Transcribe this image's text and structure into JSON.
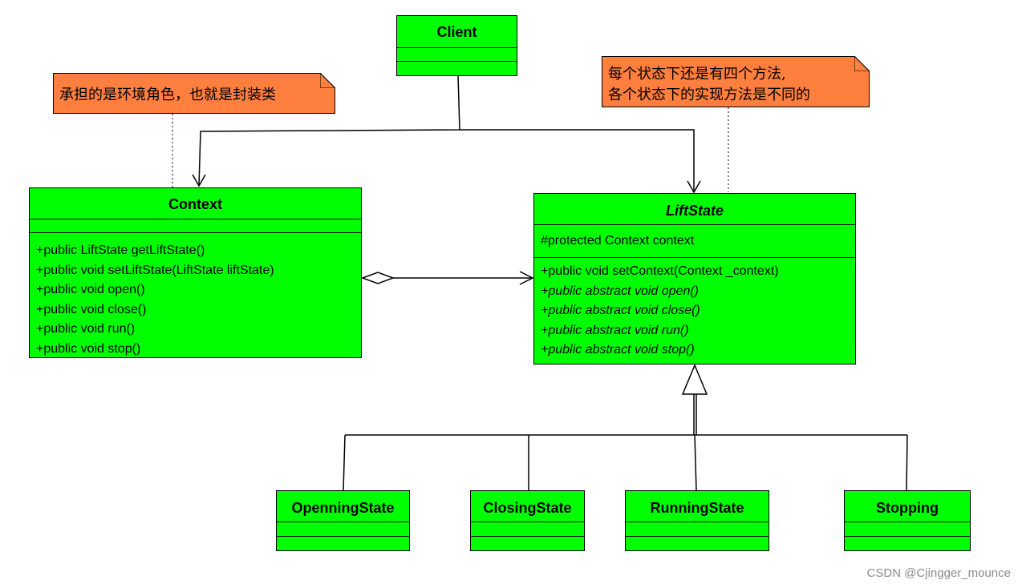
{
  "notes": {
    "context_note": "承担的是环境角色，也就是封装类",
    "state_note_line1": "每个状态下还是有四个方法,",
    "state_note_line2": "各个状态下的实现方法是不同的"
  },
  "classes": {
    "client": {
      "name": "Client"
    },
    "context": {
      "name": "Context",
      "methods": [
        "+public LiftState getLiftState()",
        "+public void setLiftState(LiftState liftState)",
        "+public void open()",
        "+public void close()",
        "+public void run()",
        "+public void stop()"
      ]
    },
    "liftstate": {
      "name": "LiftState",
      "attribute": "#protected Context context",
      "methods": [
        "+public void setContext(Context _context)",
        "+public abstract void open()",
        "+public abstract void close()",
        "+public abstract void run()",
        "+public abstract void stop()"
      ]
    },
    "opening": {
      "name": "OpenningState"
    },
    "closing": {
      "name": "ClosingState"
    },
    "running": {
      "name": "RunningState"
    },
    "stopping": {
      "name": "Stopping"
    }
  },
  "watermark": "CSDN @Cjingger_mounce",
  "colors": {
    "class_fill": "#00ff00",
    "note_fill": "#ff7f3f",
    "line": "#000000"
  }
}
